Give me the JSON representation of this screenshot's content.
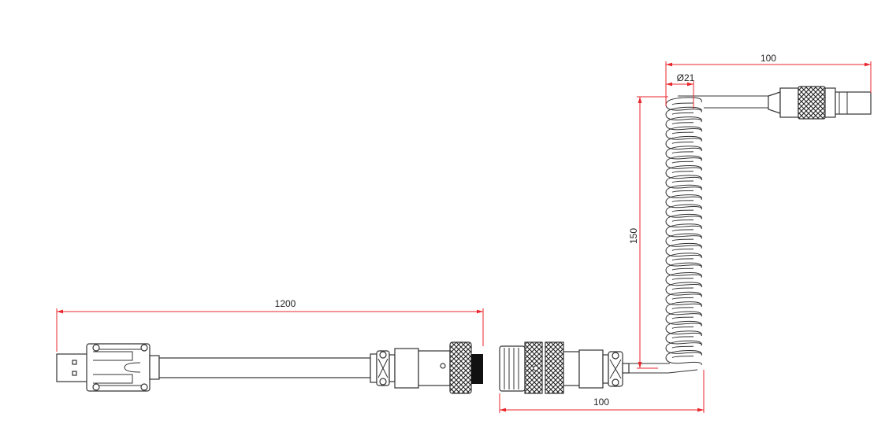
{
  "drawing": {
    "dimensions": {
      "cable_length": "1200",
      "coil_connector_width": "100",
      "coil_extended_length": "150",
      "coil_diameter": "Ø21",
      "top_connector_width": "100"
    },
    "colors": {
      "dimension": "#e8262b",
      "outline": "#333333"
    },
    "coil_turns": 27
  }
}
